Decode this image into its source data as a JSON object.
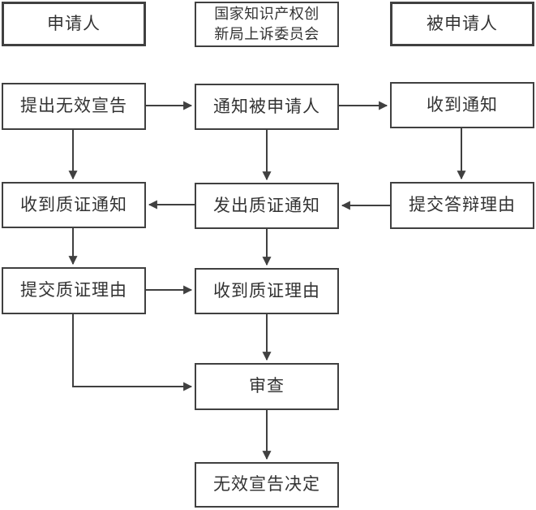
{
  "diagram": {
    "type": "flowchart",
    "description": "Patent invalidation declaration procedure flowchart with three swimlane headers",
    "colors": {
      "line": "#404040",
      "border": "#404040",
      "text": "#333333",
      "background": "#ffffff"
    },
    "nodes": {
      "applicant": {
        "label": "申请人"
      },
      "board": {
        "lines": [
          "国家知识产权创",
          "新局上诉委员会"
        ],
        "full_label": "国家知识产权创新局上诉委员会"
      },
      "respondent": {
        "label": "被申请人"
      },
      "file_invalidation": {
        "label": "提出无效宣告"
      },
      "notify_respondent": {
        "label": "通知被申请人"
      },
      "receive_notice": {
        "label": "收到通知"
      },
      "receive_cross_notice": {
        "label": "收到质证通知"
      },
      "issue_cross_notice": {
        "label": "发出质证通知"
      },
      "submit_defense": {
        "label": "提交答辩理由"
      },
      "submit_cross_reasons": {
        "label": "提交质证理由"
      },
      "receive_cross_reasons": {
        "label": "收到质证理由"
      },
      "examination": {
        "label": "审查"
      },
      "decision": {
        "label": "无效宣告决定"
      }
    },
    "edges": [
      {
        "from": "file_invalidation",
        "to": "notify_respondent"
      },
      {
        "from": "notify_respondent",
        "to": "receive_notice"
      },
      {
        "from": "file_invalidation",
        "to": "receive_cross_notice"
      },
      {
        "from": "notify_respondent",
        "to": "issue_cross_notice"
      },
      {
        "from": "receive_notice",
        "to": "submit_defense"
      },
      {
        "from": "submit_defense",
        "to": "issue_cross_notice"
      },
      {
        "from": "issue_cross_notice",
        "to": "receive_cross_notice"
      },
      {
        "from": "receive_cross_notice",
        "to": "submit_cross_reasons"
      },
      {
        "from": "issue_cross_notice",
        "to": "receive_cross_reasons"
      },
      {
        "from": "submit_cross_reasons",
        "to": "receive_cross_reasons"
      },
      {
        "from": "receive_cross_reasons",
        "to": "examination"
      },
      {
        "from": "submit_cross_reasons",
        "to": "examination"
      },
      {
        "from": "examination",
        "to": "decision"
      }
    ]
  }
}
